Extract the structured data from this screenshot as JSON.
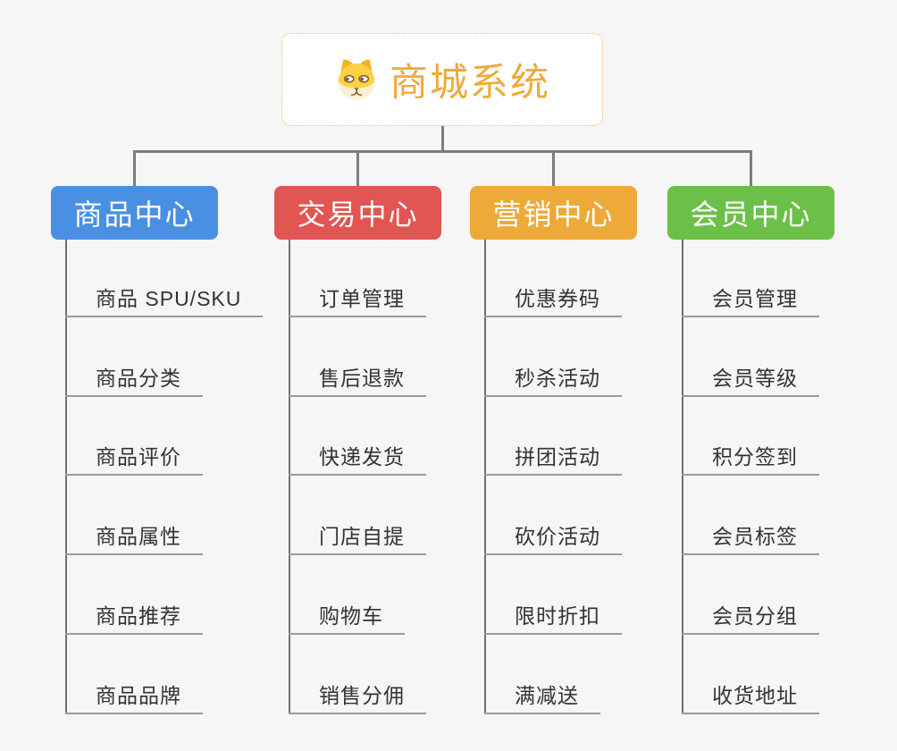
{
  "page": {
    "background": "#f6f6f6",
    "connector_color": "#7d7d7d"
  },
  "root": {
    "title": "商城系统",
    "icon": "dog-face-icon",
    "title_color": "#f0a93c",
    "border_color": "#f3b74a"
  },
  "branches": [
    {
      "slug": "product-center",
      "label": "商品中心",
      "color": "#4a90e2",
      "items": [
        "商品 SPU/SKU",
        "商品分类",
        "商品评价",
        "商品属性",
        "商品推荐",
        "商品品牌"
      ]
    },
    {
      "slug": "trade-center",
      "label": "交易中心",
      "color": "#e15653",
      "items": [
        "订单管理",
        "售后退款",
        "快递发货",
        "门店自提",
        "购物车",
        "销售分佣"
      ]
    },
    {
      "slug": "marketing-center",
      "label": "营销中心",
      "color": "#edaa38",
      "items": [
        "优惠券码",
        "秒杀活动",
        "拼团活动",
        "砍价活动",
        "限时折扣",
        "满减送"
      ]
    },
    {
      "slug": "member-center",
      "label": "会员中心",
      "color": "#6cc04a",
      "items": [
        "会员管理",
        "会员等级",
        "积分签到",
        "会员标签",
        "会员分组",
        "收货地址"
      ]
    }
  ]
}
